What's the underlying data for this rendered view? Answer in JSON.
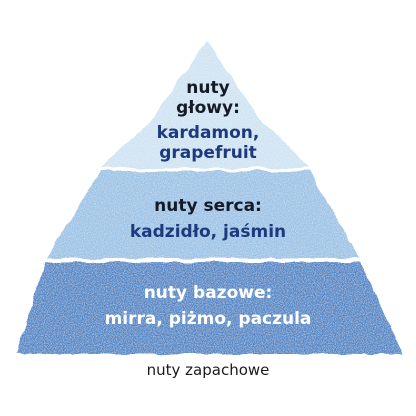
{
  "tiers": {
    "top": {
      "title": "nuty\ngłowy:",
      "notes": "kardamon,\ngrapefruit",
      "color": "#cfe3f3"
    },
    "middle": {
      "title": "nuty serca:",
      "notes": "kadzidło, jaśmin",
      "color": "#9cc3e6"
    },
    "bottom": {
      "title": "nuty bazowe:",
      "notes": "mirra, piżmo, paczula",
      "color": "#4f86c6"
    }
  },
  "caption": "nuty zapachowe"
}
